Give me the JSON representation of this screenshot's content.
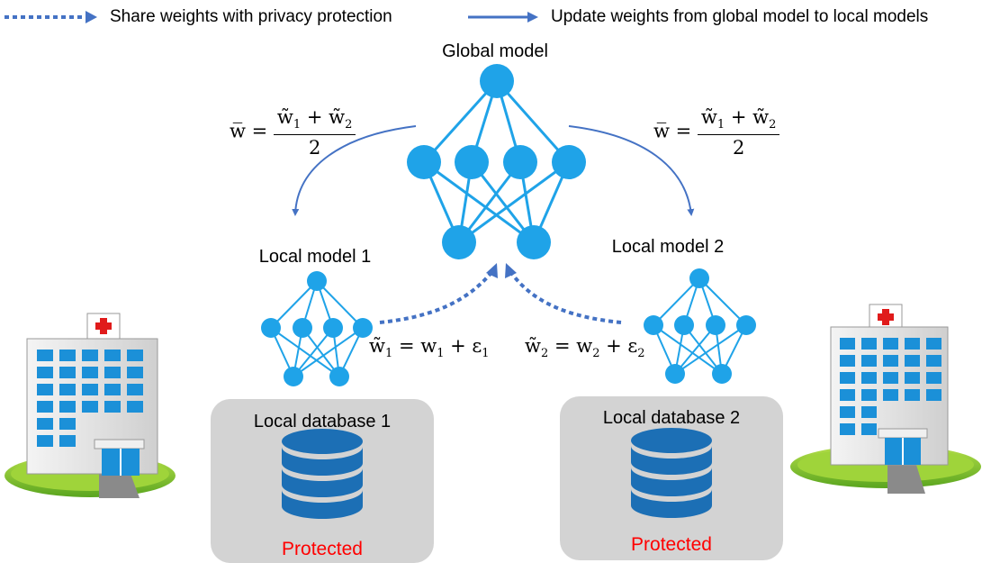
{
  "legend": {
    "dotted_label": "Share weights with privacy protection",
    "solid_label": "Update weights from global model to local models"
  },
  "global_model": {
    "label": "Global model"
  },
  "local_models": [
    {
      "label": "Local model 1"
    },
    {
      "label": "Local model 2"
    }
  ],
  "aggregation_formula": {
    "lhs": "w̅ = ",
    "numerator_parts": [
      "w̃",
      "1",
      " + w̃",
      "2"
    ],
    "denominator": "2"
  },
  "noise_formulas": [
    {
      "w_tilde": "w̃",
      "sub1": "1",
      "mid": " = w",
      "sub2": "1",
      "plus": " + ε",
      "sub3": "1"
    },
    {
      "w_tilde": "w̃",
      "sub1": "2",
      "mid": " = w",
      "sub2": "2",
      "plus": " + ε",
      "sub3": "2"
    }
  ],
  "databases": [
    {
      "label": "Local database 1",
      "status": "Protected"
    },
    {
      "label": "Local database 2",
      "status": "Protected"
    }
  ],
  "colors": {
    "node": "#1fa3e8",
    "edge": "#1fa3e8",
    "arrow": "#4472c4",
    "db_fill": "#1c6fb5",
    "db_box": "#d3d3d3",
    "protected": "#ff0000"
  },
  "icons": [
    "hospital-icon",
    "database-icon",
    "red-cross-icon"
  ]
}
